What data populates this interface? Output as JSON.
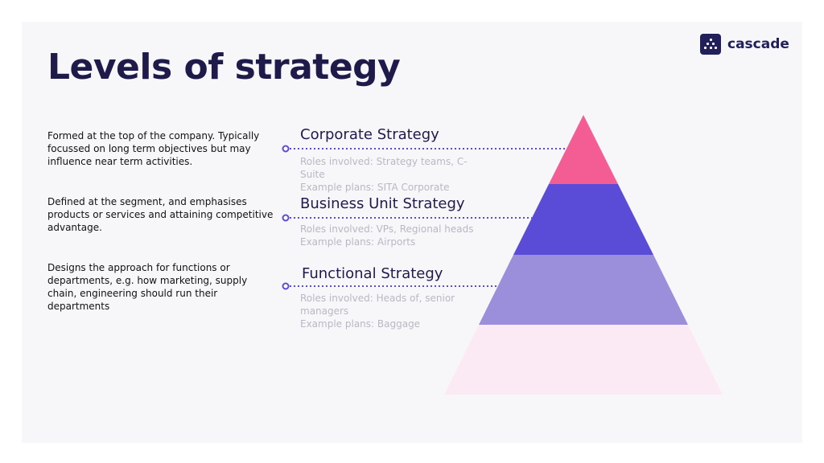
{
  "title": "Levels of strategy",
  "brand": {
    "name": "cascade",
    "icon": "cascade-logo-icon"
  },
  "colors": {
    "corporate": "#f45d94",
    "business": "#5b4cd8",
    "functional": "#9b8fdc",
    "base": "#fbeaf3",
    "dots": "#5b4cd8"
  },
  "levels": [
    {
      "name": "Corporate Strategy",
      "description": "Formed at the top of the company. Typically focussed on long term objectives but may influence near term activities.",
      "roles": "Roles involved: Strategy teams, C-Suite",
      "plans": "Example plans: SITA Corporate"
    },
    {
      "name": "Business Unit Strategy",
      "description": "Defined at the segment, and emphasises products or services and attaining competitive advantage.",
      "roles": "Roles involved: VPs, Regional heads",
      "plans": "Example plans: Airports"
    },
    {
      "name": "Functional Strategy",
      "description": "Designs the approach for functions or departments, e.g. how marketing, supply chain, engineering should run their departments",
      "roles": "Roles involved: Heads of, senior managers",
      "plans": "Example plans: Baggage"
    }
  ]
}
